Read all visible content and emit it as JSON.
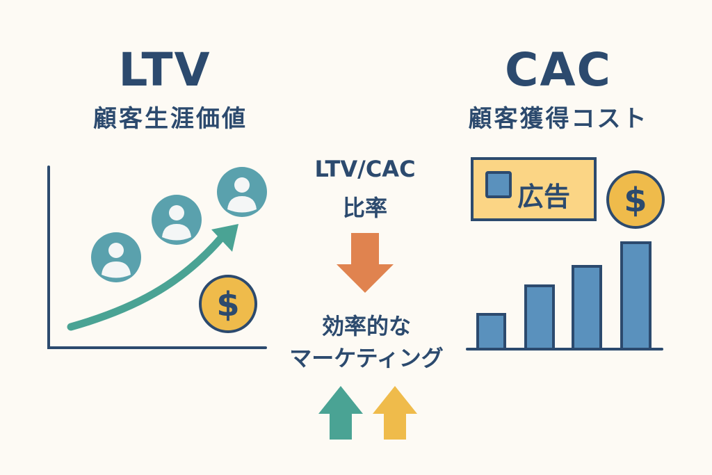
{
  "ltv": {
    "title": "LTV",
    "subtitle": "顧客生涯価値"
  },
  "cac": {
    "title": "CAC",
    "subtitle": "顧客獲得コスト",
    "ad_label": "広告"
  },
  "center": {
    "ratio_title": "LTV/CAC",
    "ratio_sub": "比率",
    "result_line1": "効率的な",
    "result_line2": "マーケティング"
  },
  "coin_symbol": "$",
  "colors": {
    "text": "#2c4a6e",
    "teal": "#4f9fab",
    "green": "#4aa394",
    "gold": "#efbb4b",
    "orange": "#e0834f",
    "bar": "#5a91bd",
    "ad_fill": "#fbd585"
  }
}
